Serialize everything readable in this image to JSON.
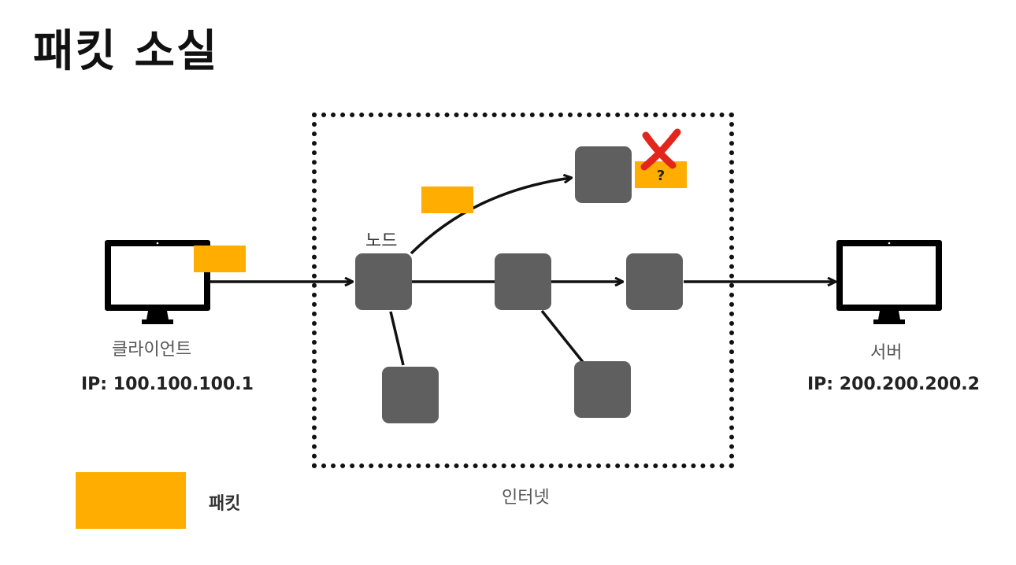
{
  "title": "패킷 소실",
  "client": {
    "label": "클라이언트",
    "ip": "IP: 100.100.100.1"
  },
  "server": {
    "label": "서버",
    "ip": "IP: 200.200.200.2"
  },
  "node_label": "노드",
  "internet_label": "인터넷",
  "lost_packet_mark": "?",
  "legend": {
    "label": "패킷"
  },
  "colors": {
    "packet": "#ffae00",
    "node": "#5f5f5f",
    "lost_x": "#e3261c",
    "line": "#111111"
  },
  "icons": [
    "monitor-icon",
    "monitor-icon",
    "red-x-icon"
  ]
}
